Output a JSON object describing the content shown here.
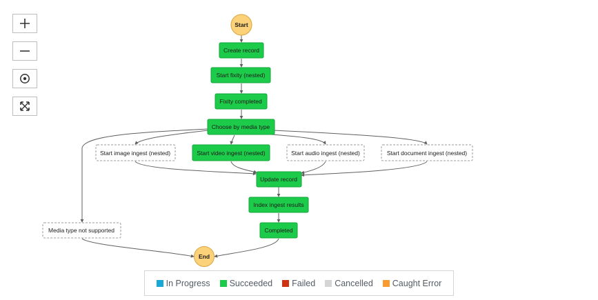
{
  "controls": {
    "zoom_in_icon": "plus-icon",
    "zoom_out_icon": "minus-icon",
    "center_icon": "target-icon",
    "fit_icon": "expand-icon"
  },
  "nodes": {
    "start": "Start",
    "create_record": "Create record",
    "start_fixity": "Start fixity (nested)",
    "fixity_completed": "Fixity completed",
    "choose_media": "Choose by media type",
    "image_ingest": "Start image ingest (nested)",
    "video_ingest": "Start video ingest (nested)",
    "audio_ingest": "Start audio ingest (nested)",
    "document_ingest": "Start document ingest (nested)",
    "update_record": "Update record",
    "index_results": "Index ingest results",
    "completed": "Completed",
    "media_not_supported": "Media type not supported",
    "end": "End"
  },
  "legend": {
    "items": [
      {
        "label": "In Progress",
        "color": "#1aa9d6"
      },
      {
        "label": "Succeeded",
        "color": "#1dcb4a"
      },
      {
        "label": "Failed",
        "color": "#d13212"
      },
      {
        "label": "Cancelled",
        "color": "#d5d5d5"
      },
      {
        "label": "Caught Error",
        "color": "#f89c32"
      }
    ]
  },
  "colors": {
    "succeeded": "#1dcb4a",
    "terminal": "#fbd17a"
  }
}
